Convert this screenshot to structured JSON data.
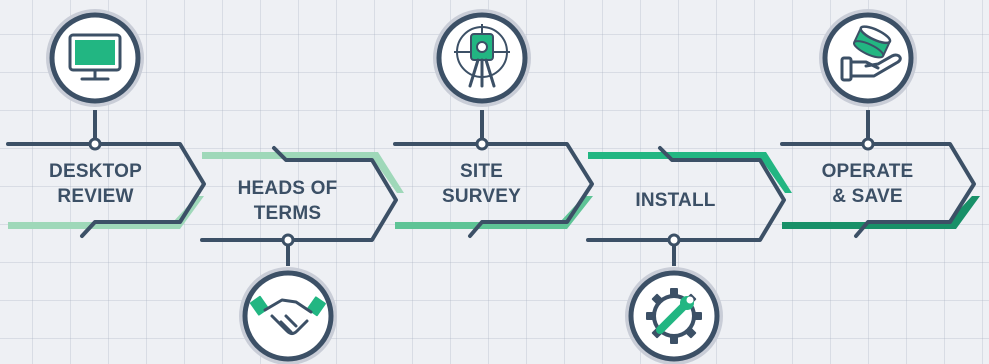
{
  "colors": {
    "navy": "#3c5066",
    "green_light": "#9fd8b9",
    "green_mid": "#5ec496",
    "green_bright": "#22b682",
    "green_dark": "#189068",
    "icon_circle_fill": "#ffffff",
    "icon_circle_ring": "#c9cdd7"
  },
  "steps": [
    {
      "id": "desktop-review",
      "label": "DESKTOP\nREVIEW",
      "icon": "monitor-icon"
    },
    {
      "id": "heads-of-terms",
      "label": "HEADS OF\nTERMS",
      "icon": "handshake-icon"
    },
    {
      "id": "site-survey",
      "label": "SITE\nSURVEY",
      "icon": "surveying-instrument-icon"
    },
    {
      "id": "install",
      "label": "INSTALL",
      "icon": "wrench-gear-icon"
    },
    {
      "id": "operate-save",
      "label": "OPERATE\n& SAVE",
      "icon": "hand-coins-icon"
    }
  ]
}
